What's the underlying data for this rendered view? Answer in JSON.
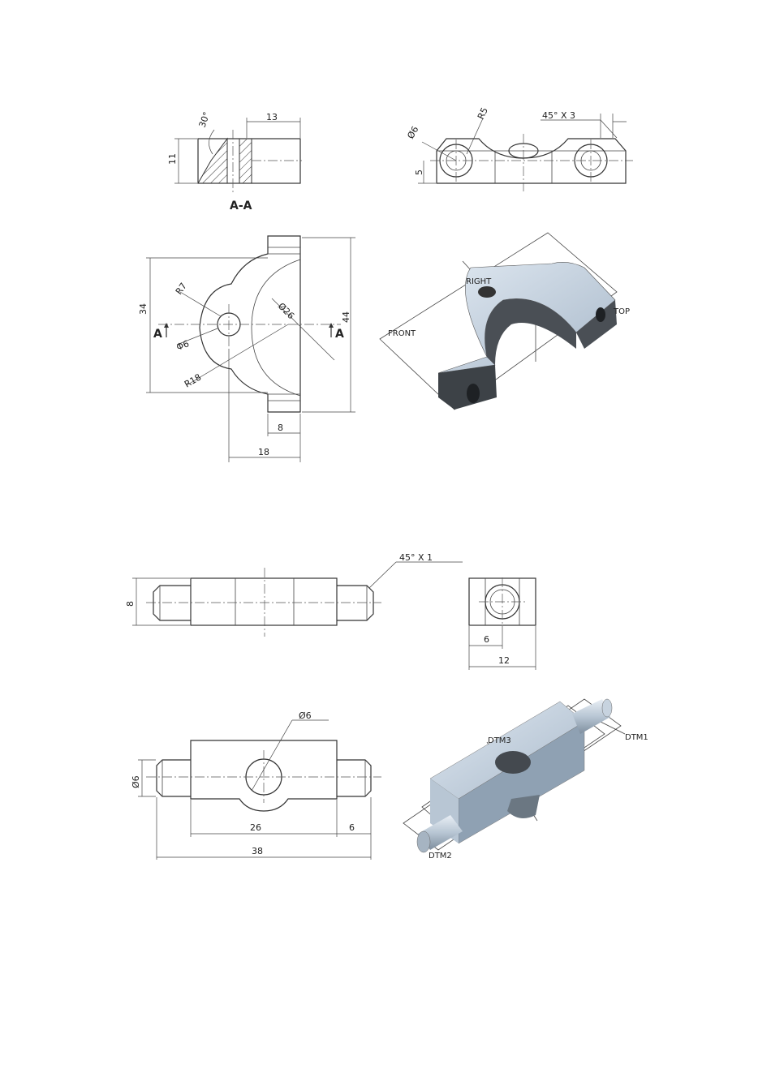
{
  "drawing1": {
    "section_view": {
      "angle": "30°",
      "width": "13",
      "height": "11",
      "label": "A-A"
    },
    "top_view": {
      "hole_dia": "Ø6",
      "radius": "R5",
      "chamfer": "45° X 3",
      "height": "5"
    },
    "front_view": {
      "width": "34",
      "height": "44",
      "radius_small": "R7",
      "hole_dia": "Φ6",
      "bore_dia": "Ø26",
      "radius_large": "R18",
      "offset": "8",
      "depth": "18",
      "section_mark_left": "A",
      "section_mark_right": "A"
    },
    "iso_view": {
      "label_right": "RIGHT",
      "label_top": "TOP",
      "label_front": "FRONT"
    }
  },
  "drawing2": {
    "front_view": {
      "chamfer": "45° X 1",
      "height": "8"
    },
    "side_view": {
      "inner": "6",
      "outer": "12"
    },
    "top_view": {
      "hole_dia": "Ø6",
      "pin_dia": "Ø6",
      "body_len": "26",
      "pin_len": "6",
      "total_len": "38"
    },
    "iso_view": {
      "label_dtm1": "DTM1",
      "label_dtm2": "DTM2",
      "label_dtm3": "DTM3"
    }
  },
  "colors": {
    "line": "#333333",
    "shade_light": "#c9d7e6",
    "shade_mid": "#8fa1b3",
    "shade_dark": "#3d4247"
  }
}
